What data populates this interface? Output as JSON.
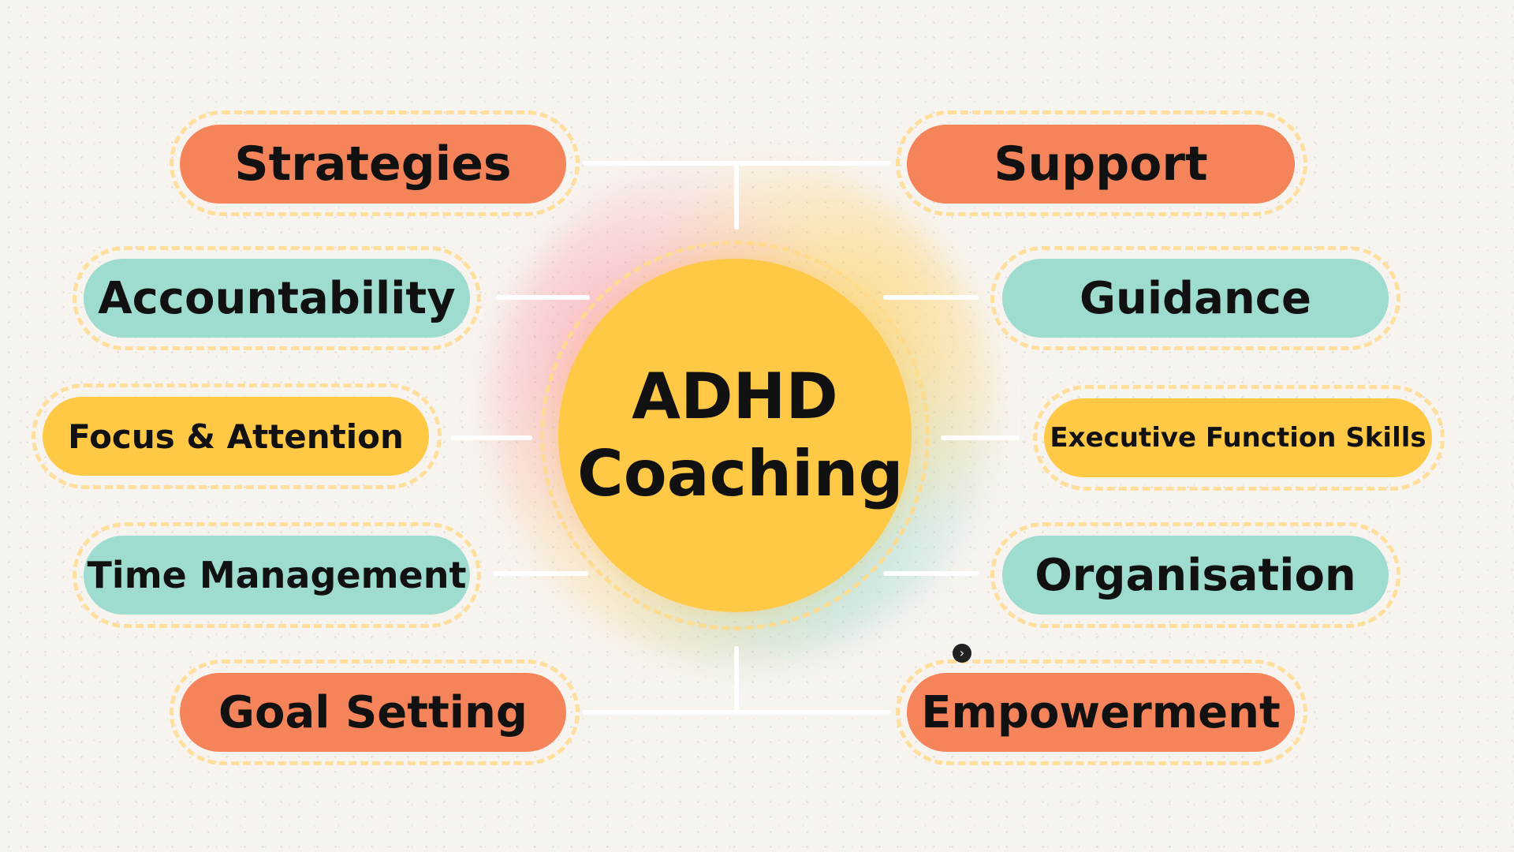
{
  "center": {
    "title": "ADHD Coaching"
  },
  "nodes": {
    "strategies": "Strategies",
    "support": "Support",
    "accountability": "Accountability",
    "guidance": "Guidance",
    "focus": "Focus & Attention",
    "executive": "Executive Function Skills",
    "time": "Time Management",
    "organisation": "Organisation",
    "goal": "Goal Setting",
    "empowerment": "Empowerment"
  },
  "colors": {
    "orange": "#f5845a",
    "teal": "#9edcd0",
    "yellow": "#ffc845",
    "connector": "#ffffff",
    "outline": "#ffde96"
  }
}
